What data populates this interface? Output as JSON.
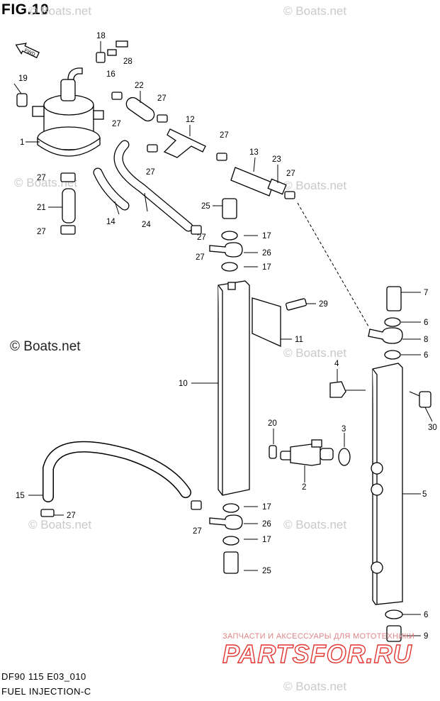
{
  "figure": {
    "title": "FIG.10",
    "model_code": "DF90 115 E03_010",
    "sheet_title": "FUEL INJECTION-C"
  },
  "watermarks": {
    "main": "© Boats.net",
    "faint": "© Boats.net"
  },
  "badge": {
    "fwd_label": "FWD"
  },
  "brand": {
    "tagline": "ЗАПЧАСТИ И АКСЕССУАРЫ ДЛЯ МОТОТЕХНИКИ",
    "name": "PARTSFOR.RU",
    "color": "#e3342f"
  },
  "callouts": {
    "c1": "1",
    "c2": "2",
    "c3": "3",
    "c4": "4",
    "c5": "5",
    "c6a": "6",
    "c6b": "6",
    "c6c": "6",
    "c7": "7",
    "c8": "8",
    "c9": "9",
    "c10": "10",
    "c11": "11",
    "c12": "12",
    "c13": "13",
    "c14": "14",
    "c15": "15",
    "c16": "16",
    "c17a": "17",
    "c17b": "17",
    "c17c": "17",
    "c17d": "17",
    "c18": "18",
    "c19": "19",
    "c20": "20",
    "c21": "21",
    "c22": "22",
    "c23": "23",
    "c24": "24",
    "c25a": "25",
    "c25b": "25",
    "c26a": "26",
    "c26b": "26",
    "c27a": "27",
    "c27b": "27",
    "c27c": "27",
    "c27d": "27",
    "c27e": "27",
    "c27f": "27",
    "c27g": "27",
    "c27h": "27",
    "c27i": "27",
    "c27j": "27",
    "c27k": "27",
    "c28": "28",
    "c29": "29",
    "c30": "30"
  }
}
